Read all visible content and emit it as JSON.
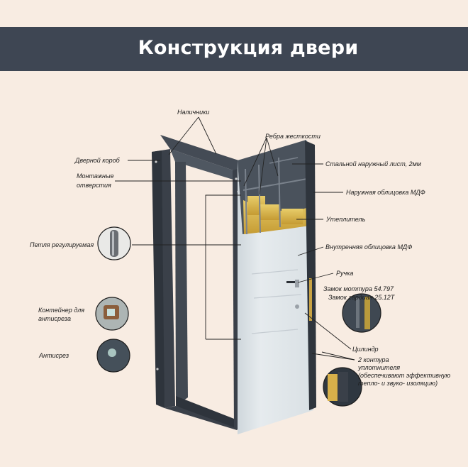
{
  "title": "Конструкция двери",
  "labels": {
    "nalichniki": "Наличники",
    "rebra": "Ребра жесткости",
    "dvernoy_korob": "Дверной короб",
    "montazh_1": "Монтажные",
    "montazh_2": "отверстия",
    "stalnoy_list": "Стальной наружный лист, 2мм",
    "naruzhnaya_mdf": "Наружная облицовка МДФ",
    "uteplitel": "Утеплитель",
    "petlya": "Петля регулируемая",
    "vnutrennyaya_mdf": "Внутренняя облицовка МДФ",
    "ruchka": "Ручка",
    "zamok_mottura": "Замок моттура 54.797",
    "zamok_gardian": "Замок гардиан 25.12Т",
    "konteyner_1": "Контейнер для",
    "konteyner_2": "антисреза",
    "cilindr": "Цилиндр",
    "antisrez": "Антисрез",
    "kontur_1": "2 контура",
    "kontur_2": "уплотнителя",
    "kontur_3": "(обеспечивают эффективную",
    "kontur_4": "тепло- и звуко- изоляцию)"
  },
  "colors": {
    "background": "#f8ece2",
    "banner": "#3e4653",
    "frame": "#394049",
    "door_panel": "#dfe5e9",
    "insulation": "#d8b64a"
  }
}
